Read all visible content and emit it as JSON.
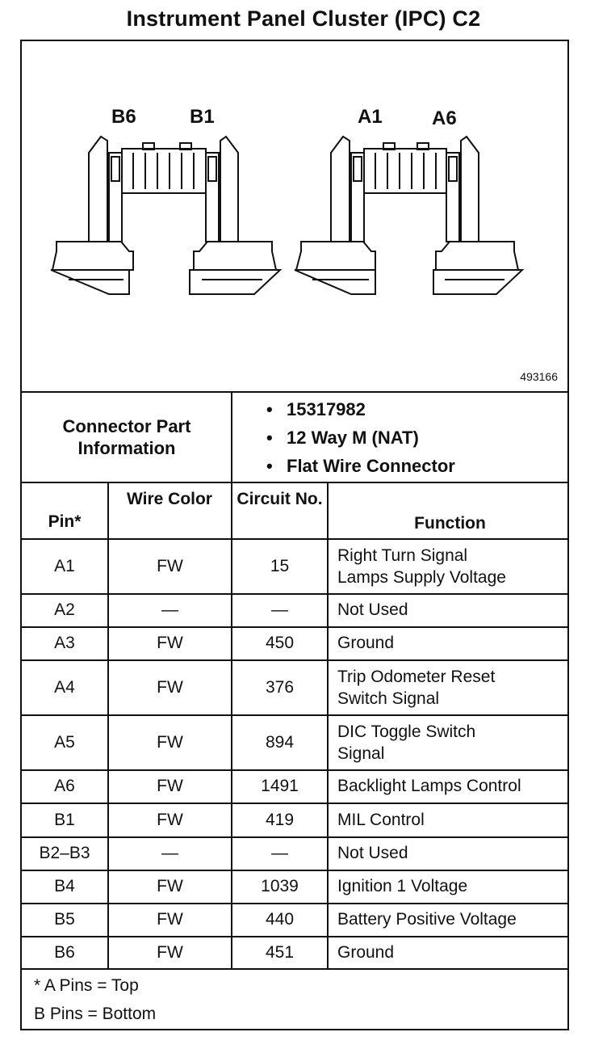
{
  "title": "Instrument Panel Cluster (IPC) C2",
  "figure": {
    "labels": {
      "b6": "B6",
      "b1": "B1",
      "a1": "A1",
      "a6": "A6"
    },
    "number": "493166"
  },
  "connector_info": {
    "label": "Connector Part Information",
    "items": [
      "15317982",
      "12 Way M (NAT)",
      "Flat Wire Connector"
    ],
    "bullet": "•"
  },
  "headers": {
    "pin": "Pin*",
    "wire_color": "Wire Color",
    "circuit_no": "Circuit No.",
    "function": "Function"
  },
  "rows": [
    {
      "pin": "A1",
      "color": "FW",
      "circuit": "15",
      "function": [
        "Right Turn Signal",
        "Lamps Supply Voltage"
      ]
    },
    {
      "pin": "A2",
      "color": "—",
      "circuit": "—",
      "function": [
        "Not Used"
      ]
    },
    {
      "pin": "A3",
      "color": "FW",
      "circuit": "450",
      "function": [
        "Ground"
      ]
    },
    {
      "pin": "A4",
      "color": "FW",
      "circuit": "376",
      "function": [
        "Trip Odometer Reset",
        "Switch Signal"
      ]
    },
    {
      "pin": "A5",
      "color": "FW",
      "circuit": "894",
      "function": [
        "DIC Toggle Switch",
        "Signal"
      ]
    },
    {
      "pin": "A6",
      "color": "FW",
      "circuit": "1491",
      "function": [
        "Backlight Lamps Control"
      ]
    },
    {
      "pin": "B1",
      "color": "FW",
      "circuit": "419",
      "function": [
        "MIL Control"
      ]
    },
    {
      "pin": "B2–B3",
      "color": "—",
      "circuit": "—",
      "function": [
        "Not Used"
      ]
    },
    {
      "pin": "B4",
      "color": "FW",
      "circuit": "1039",
      "function": [
        "Ignition 1 Voltage"
      ]
    },
    {
      "pin": "B5",
      "color": "FW",
      "circuit": "440",
      "function": [
        "Battery Positive Voltage"
      ]
    },
    {
      "pin": "B6",
      "color": "FW",
      "circuit": "451",
      "function": [
        "Ground"
      ]
    }
  ],
  "footnotes": [
    "* A Pins = Top",
    "B Pins = Bottom"
  ]
}
